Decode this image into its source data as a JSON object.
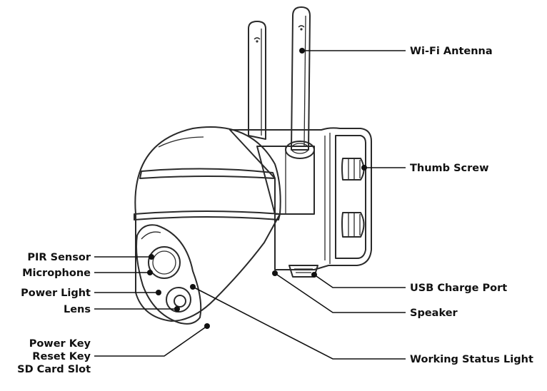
{
  "diagram": {
    "labels_left": {
      "pir_sensor": "PIR Sensor",
      "microphone": "Microphone",
      "power_light": "Power Light",
      "lens": "Lens",
      "power_key": "Power Key",
      "reset_key": "Reset Key",
      "sd_card_slot": "SD Card Slot"
    },
    "labels_right": {
      "wifi_antenna": "Wi-Fi Antenna",
      "thumb_screw": "Thumb Screw",
      "usb_charge_port": "USB Charge Port",
      "speaker": "Speaker",
      "working_status_light": "Working Status Light"
    },
    "colors": {
      "outline": "#2a2a2a",
      "body_fill": "#ffffff",
      "shading": "#d9d9d9",
      "dark_detail": "#555555"
    }
  }
}
